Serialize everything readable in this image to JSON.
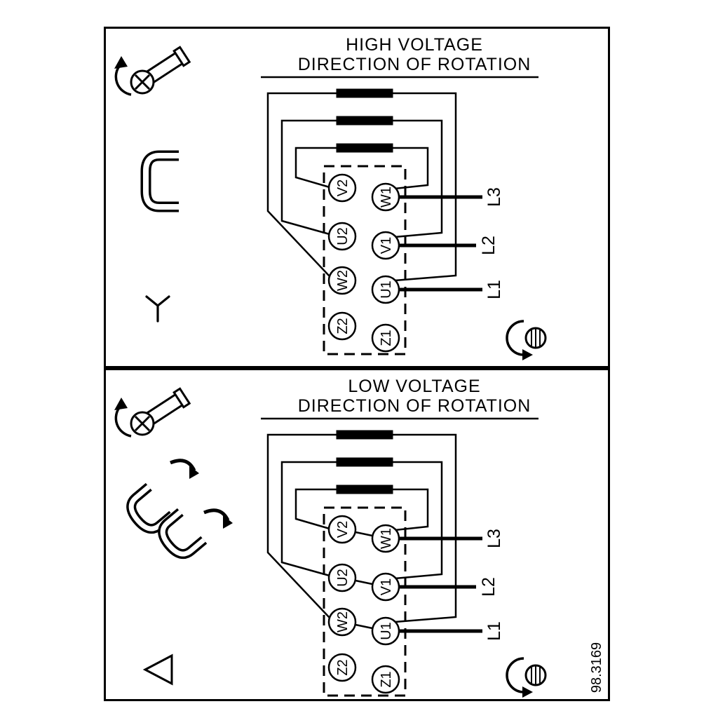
{
  "figure_number": "98.3169",
  "colors": {
    "line": "#000000",
    "background": "#ffffff"
  },
  "panels": [
    {
      "title_line1": "HIGH VOLTAGE",
      "title_line2": "DIRECTION OF ROTATION",
      "connection": "star",
      "terminals": {
        "left": [
          "V2",
          "U2",
          "W2",
          "Z2"
        ],
        "right": [
          "W1",
          "V1",
          "U1",
          "Z1"
        ]
      },
      "supply_lines": {
        "top": "L3",
        "middle": "L2",
        "bottom": "L1"
      },
      "icons": [
        "screw-rotation",
        "terminal-bridge",
        "star-symbol",
        "shaft-rotation"
      ]
    },
    {
      "title_line1": "LOW VOLTAGE",
      "title_line2": "DIRECTION OF ROTATION",
      "connection": "delta",
      "terminals": {
        "left": [
          "V2",
          "U2",
          "W2",
          "Z2"
        ],
        "right": [
          "W1",
          "V1",
          "U1",
          "Z1"
        ]
      },
      "supply_lines": {
        "top": "L3",
        "middle": "L2",
        "bottom": "L1"
      },
      "icons": [
        "screw-rotation",
        "terminal-bridges-diagonal",
        "delta-symbol",
        "shaft-rotation"
      ]
    }
  ]
}
